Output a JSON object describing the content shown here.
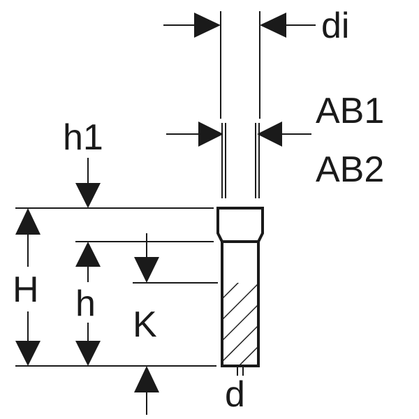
{
  "labels": {
    "di": "di",
    "ab1": "AB1",
    "ab2": "AB2",
    "h1": "h1",
    "H": "H",
    "h": "h",
    "K": "K",
    "d": "d"
  },
  "colors": {
    "ink": "#1a1a1a",
    "background": "#ffffff"
  }
}
